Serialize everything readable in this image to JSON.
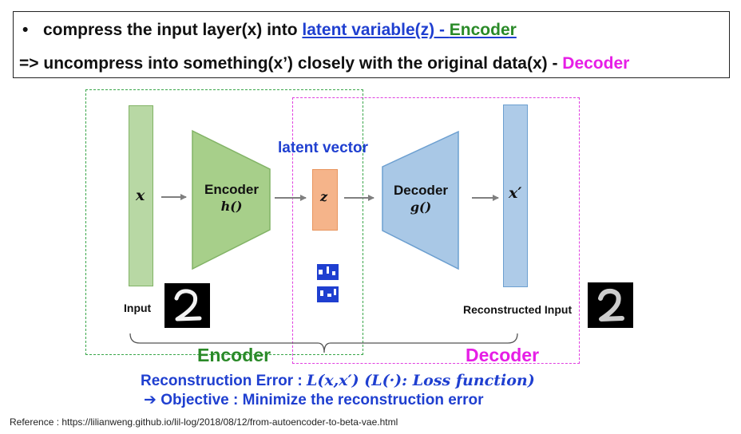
{
  "header": {
    "bullet": "•",
    "line1_prefix": "compress the input layer(x) into ",
    "line1_link": "latent variable(z) - ",
    "line1_role": "Encoder",
    "line2_prefix": "=> uncompress into something(x’) closely with the original data(x) - ",
    "line2_role": "Decoder"
  },
  "diagram": {
    "input_symbol": "x",
    "encoder_title": "Encoder",
    "encoder_fn": "h()",
    "latent_label": "latent vector",
    "latent_symbol": "z",
    "decoder_title": "Decoder",
    "decoder_fn": "g()",
    "output_symbol": "x′",
    "input_label": "Input",
    "output_label": "Reconstructed Input",
    "digit_glyph": "2",
    "encoder_region_label": "Encoder",
    "decoder_region_label": "Decoder"
  },
  "error": {
    "label": "Reconstruction Error : ",
    "formula": "L(x,x′)",
    "note": "  (L(·): Loss function)"
  },
  "objective": "➔ Objective : Minimize the reconstruction error",
  "reference": "Reference : https://lilianweng.github.io/lil-log/2018/08/12/from-autoencoder-to-beta-vae.html",
  "colors": {
    "encoder_green": "#2a8a28",
    "decoder_magenta": "#e61ee6",
    "text_blue": "#1f3fd0",
    "input_bar": "#b8d8a4",
    "encoder_shape": "#a7cf8a",
    "latent_box": "#f5b48a",
    "decoder_shape": "#a9c8e6",
    "output_bar": "#aecbe8"
  }
}
